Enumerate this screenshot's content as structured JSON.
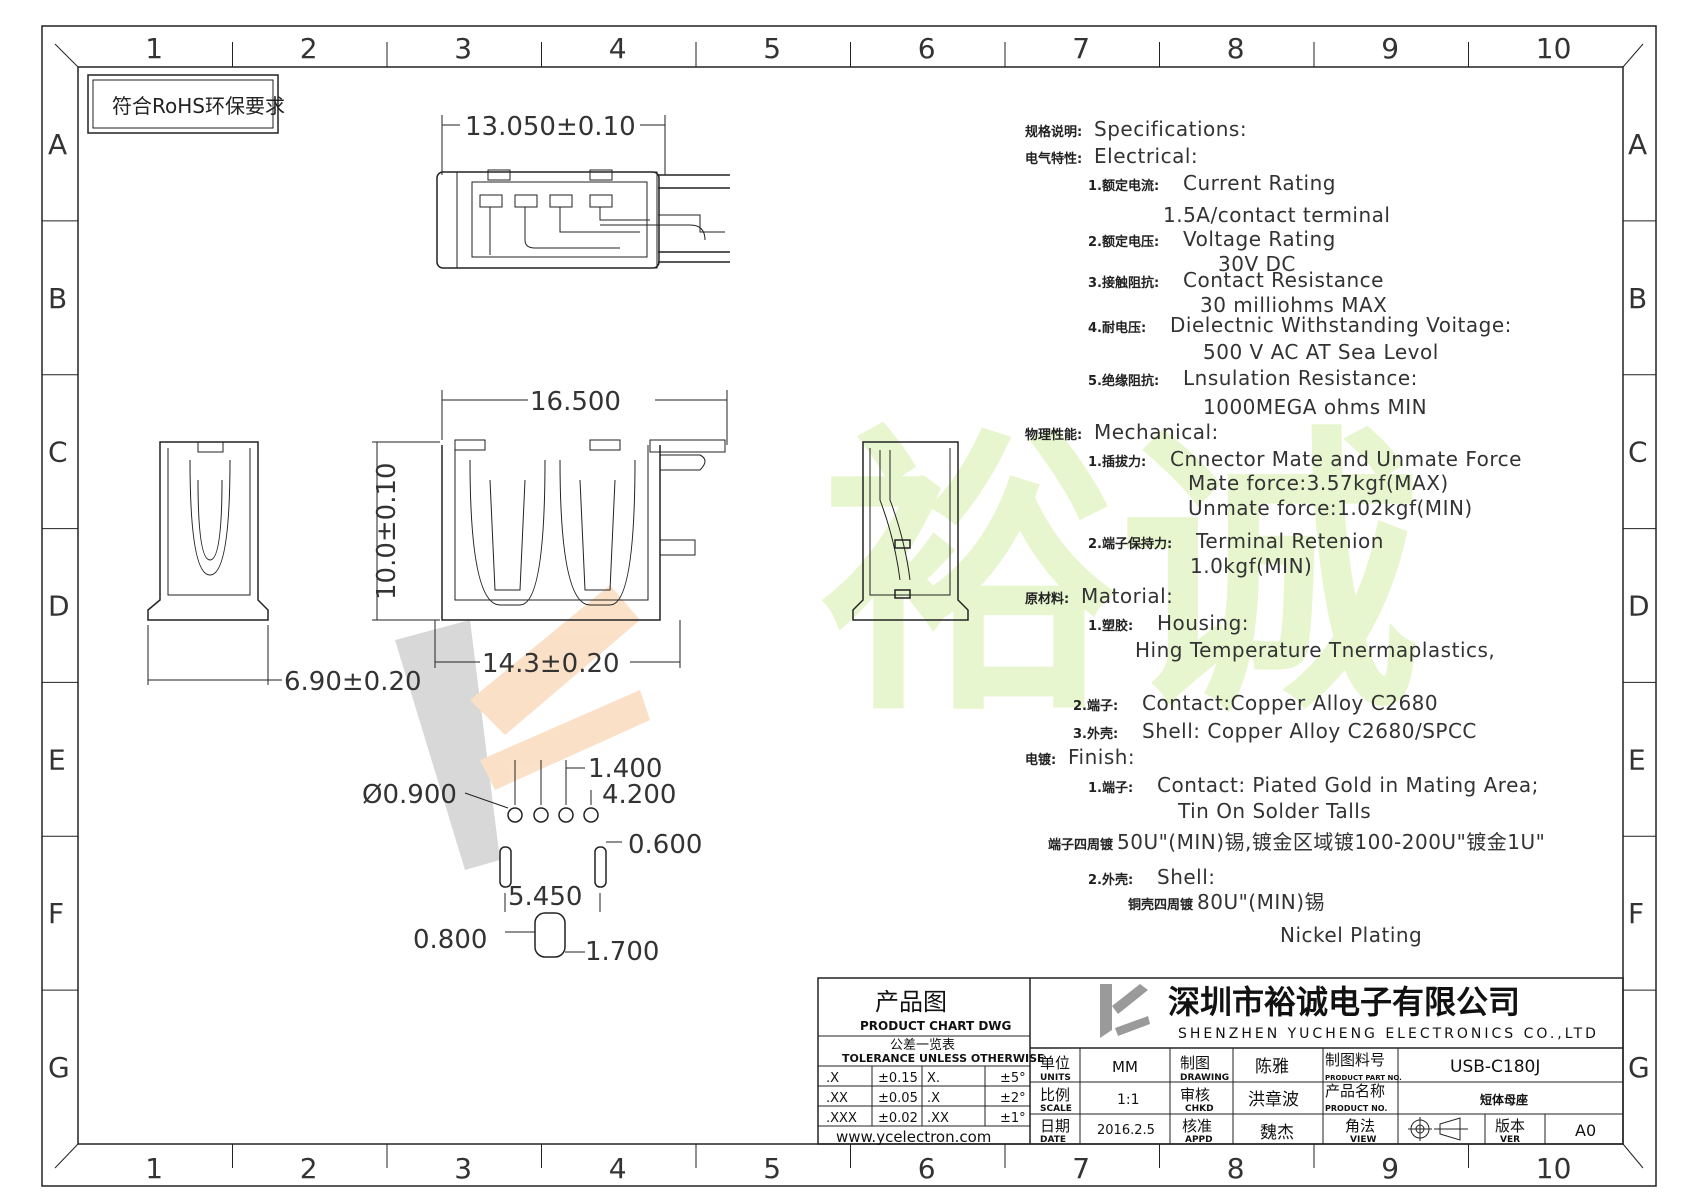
{
  "grid": {
    "columns": [
      "1",
      "2",
      "3",
      "4",
      "5",
      "6",
      "7",
      "8",
      "9",
      "10"
    ],
    "rows": [
      "A",
      "B",
      "C",
      "D",
      "E",
      "F",
      "G"
    ]
  },
  "rohs_box": "符合RoHS环保要求",
  "dimensions": {
    "top_width": "13.050±0.10",
    "front_width": "16.500",
    "front_height": "10.0±0.10",
    "front_base": "14.3±0.20",
    "side_width": "6.90±0.20",
    "pin_dia": "Ø0.900",
    "pitch": "1.400",
    "span": "4.200",
    "peg_w": "0.600",
    "peg_span": "5.450",
    "slot_w": "0.800",
    "slot_l": "1.700"
  },
  "specs": [
    {
      "cn": "规格说明:",
      "en": "Specifications:"
    },
    {
      "cn": "电气特性:",
      "en": "Electrical:"
    },
    {
      "cn": "1.额定电流:",
      "en": "Current  Rating"
    },
    {
      "cn": "",
      "en": "1.5A/contact  terminal"
    },
    {
      "cn": "2.额定电压:",
      "en": "Voltage  Rating"
    },
    {
      "cn": "",
      "en": "30V  DC"
    },
    {
      "cn": "3.接触阻抗:",
      "en": "Contact  Resistance"
    },
    {
      "cn": "",
      "en": "30  milliohms  MAX"
    },
    {
      "cn": "4.耐电压:",
      "en": "Dielectnic  Withstanding  Voitage:"
    },
    {
      "cn": "",
      "en": "500  V  AC  AT  Sea  Levol"
    },
    {
      "cn": "5.绝缘阻抗:",
      "en": "Lnsulation  Resistance:"
    },
    {
      "cn": "",
      "en": "1000MEGA  ohms  MIN"
    },
    {
      "cn": "物理性能:",
      "en": "Mechanical:"
    },
    {
      "cn": "1.插拔力:",
      "en": "Cnnector  Mate  and  Unmate  Force"
    },
    {
      "cn": "",
      "en": "Mate  force:3.57kgf(MAX)"
    },
    {
      "cn": "",
      "en": "Unmate  force:1.02kgf(MIN)"
    },
    {
      "cn": "2.端子保持力:",
      "en": "Terminal  Retenion"
    },
    {
      "cn": "",
      "en": "1.0kgf(MIN)"
    },
    {
      "cn": "原材料:",
      "en": "Matorial:"
    },
    {
      "cn": "1.塑胶:",
      "en": "Housing:"
    },
    {
      "cn": "",
      "en": "Hing  Temperature   Tnermaplastics,"
    },
    {
      "cn": "2.端子:",
      "en": "Contact:Copper  Alloy  C2680"
    },
    {
      "cn": "3.外壳:",
      "en": "Shell:  Copper  Alloy  C2680/SPCC"
    },
    {
      "cn": "电镀:",
      "en": "Finish:"
    },
    {
      "cn": "1.端子:",
      "en": "Contact:  Piated  Gold  in  Mating  Area;"
    },
    {
      "cn": "",
      "en": "Tin  On  Solder  Talls"
    },
    {
      "cn": "端子四周镀",
      "en": "50U\"(MIN)锡,镀金区域镀100-200U\"镀金1U\""
    },
    {
      "cn": "2.外壳:",
      "en": "Shell:"
    },
    {
      "cn": "铜壳四周镀",
      "en": "80U\"(MIN)锡"
    },
    {
      "cn": "",
      "en": "Nickel  Plating"
    }
  ],
  "title_block": {
    "drawing_cn": "产品图",
    "drawing_en": "PRODUCT CHART DWG",
    "tol_cn": "公差一览表",
    "tol_en": "TOLERANCE UNLESS OTHERWISE",
    "tol_rows": [
      [
        ".X",
        "±0.15",
        "X.",
        "±5°"
      ],
      [
        ".XX",
        "±0.05",
        ".X",
        "±2°"
      ],
      [
        ".XXX",
        "±0.02",
        ".XX",
        "±1°"
      ]
    ],
    "website": "www.ycelectron.com",
    "company_cn": "深圳市裕诚电子有限公司",
    "company_en": "SHENZHEN YUCHENG ELECTRONICS CO.,LTD",
    "units_cn": "单位",
    "units_en": "UNITS",
    "units_val": "MM",
    "drawing_by_cn": "制图",
    "drawing_by_en": "DRAWING",
    "drawing_by_val": "陈雅",
    "part_no_cn": "制图料号",
    "part_no_en": "PRODUCT PART NO.",
    "part_no_val": "USB-C180J",
    "scale_cn": "比例",
    "scale_en": "SCALE",
    "scale_val": "1:1",
    "chkd_cn": "审核",
    "chkd_en": "CHKD",
    "chkd_val": "洪章波",
    "prod_name_cn": "产品名称",
    "prod_name_en": "PRODUCT NO.",
    "prod_name_val": "短体母座",
    "date_cn": "日期",
    "date_en": "DATE",
    "date_val": "2016.2.5",
    "appd_cn": "核准",
    "appd_en": "APPD",
    "appd_val": "魏杰",
    "view_cn": "角法",
    "view_en": "VIEW",
    "ver_cn": "版本",
    "ver_en": "VER",
    "ver_val": "A0"
  },
  "watermark_text": "裕诚"
}
